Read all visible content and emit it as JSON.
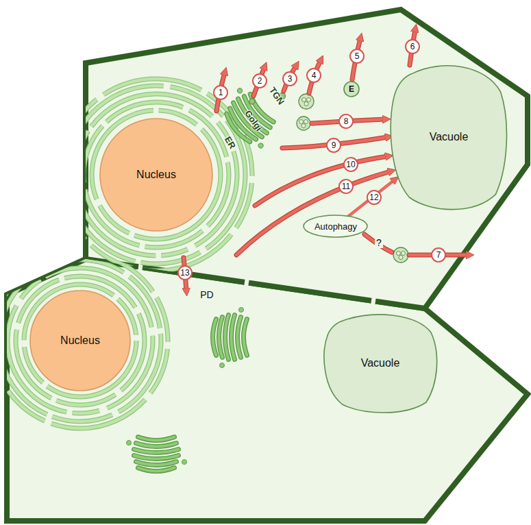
{
  "diagram": {
    "nodes": [
      {
        "text": [
          "Nucleus"
        ]
      },
      {
        "text": [
          "Vacuole"
        ]
      },
      {
        "text": [
          "Autophagy"
        ]
      },
      {
        "text": [
          "E"
        ]
      },
      {
        "text": [
          "Nucleus"
        ]
      },
      {
        "text": [
          "Vacuole"
        ]
      }
    ],
    "edges": [
      {
        "from": 2,
        "to": 1,
        "arrow": "to"
      }
    ],
    "labels": [
      "1",
      "2",
      "3",
      "4",
      "5",
      "6",
      "TGN",
      "Golgi",
      "ER",
      "8",
      "9",
      "10",
      "11",
      "12",
      "?",
      "7",
      "13",
      "PD"
    ]
  }
}
